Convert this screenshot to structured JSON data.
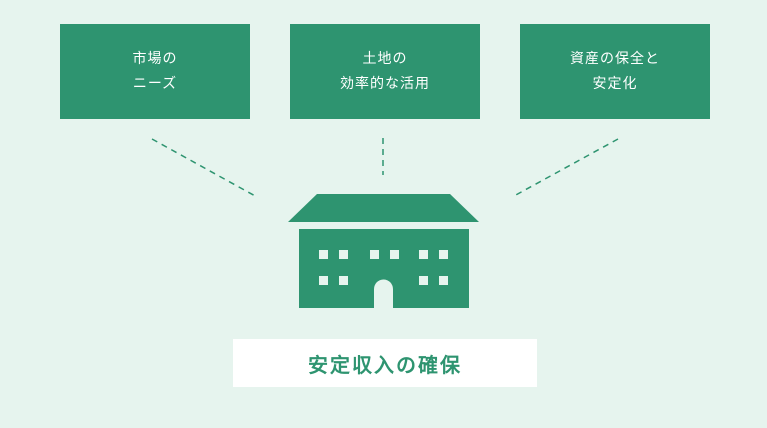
{
  "boxes": [
    {
      "line1": "市場の",
      "line2": "ニーズ"
    },
    {
      "line1": "土地の",
      "line2": "効率的な活用"
    },
    {
      "line1": "資産の保全と",
      "line2": "安定化"
    }
  ],
  "caption": "安定収入の確保",
  "colors": {
    "accent": "#2e9470",
    "background": "#e6f4ee",
    "caption_bg": "#ffffff"
  },
  "icons": [
    "building-icon"
  ]
}
